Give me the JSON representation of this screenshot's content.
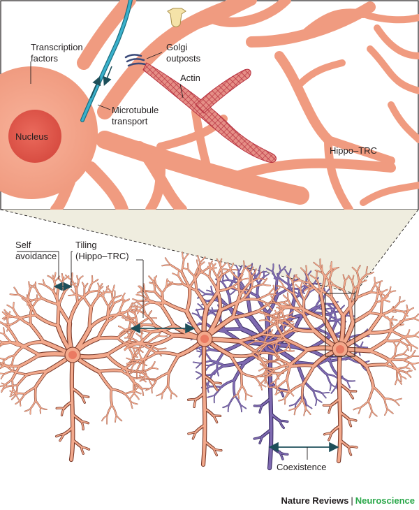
{
  "labels": {
    "transcription_factors_1": "Transcription",
    "transcription_factors_2": "factors",
    "nucleus": "Nucleus",
    "golgi_1": "Golgi",
    "golgi_2": "outposts",
    "actin": "Actin",
    "microtubule_1": "Microtubule",
    "microtubule_2": "transport",
    "hippo_trc": "Hippo–TRC",
    "self_avoidance_1": "Self",
    "self_avoidance_2": "avoidance",
    "tiling_1": "Tiling",
    "tiling_2": "(Hippo–TRC)",
    "coexistence": "Coexistence"
  },
  "footer": {
    "journal": "Nature Reviews",
    "separator": "|",
    "subject": "Neuroscience"
  },
  "colors": {
    "neuron": "#f3a98c",
    "neuron_stroke": "#7a3a2a",
    "purple_neuron": "#7f6ab1",
    "microtubule": "#2a9bb5",
    "actin": "#c64b57",
    "label_arrow": "#1d4f5a"
  }
}
